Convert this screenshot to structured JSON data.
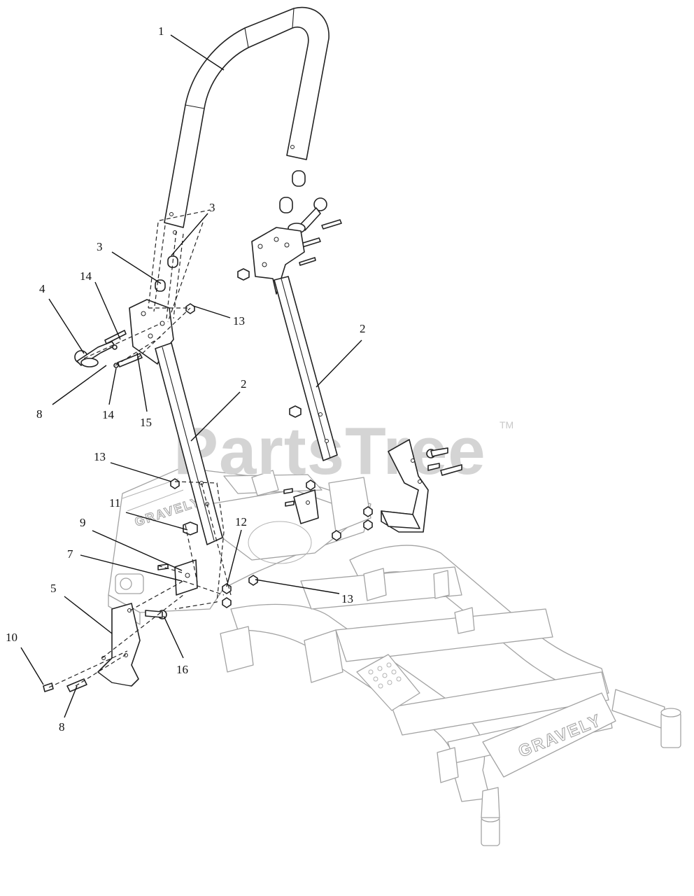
{
  "watermark": {
    "text": "PartsTree",
    "trademark": "TM"
  },
  "frame_branding": {
    "rear_logo": "GRAVELY",
    "front_logo": "GRAVELY"
  },
  "callouts": [
    {
      "id": "c1",
      "label": "1"
    },
    {
      "id": "c2a",
      "label": "2"
    },
    {
      "id": "c2b",
      "label": "2"
    },
    {
      "id": "c3a",
      "label": "3"
    },
    {
      "id": "c3b",
      "label": "3"
    },
    {
      "id": "c4",
      "label": "4"
    },
    {
      "id": "c5",
      "label": "5"
    },
    {
      "id": "c7",
      "label": "7"
    },
    {
      "id": "c8a",
      "label": "8"
    },
    {
      "id": "c8b",
      "label": "8"
    },
    {
      "id": "c9",
      "label": "9"
    },
    {
      "id": "c10",
      "label": "10"
    },
    {
      "id": "c11",
      "label": "11"
    },
    {
      "id": "c12",
      "label": "12"
    },
    {
      "id": "c13a",
      "label": "13"
    },
    {
      "id": "c13b",
      "label": "13"
    },
    {
      "id": "c13c",
      "label": "13"
    },
    {
      "id": "c14a",
      "label": "14"
    },
    {
      "id": "c14b",
      "label": "14"
    },
    {
      "id": "c15",
      "label": "15"
    },
    {
      "id": "c16",
      "label": "16"
    }
  ]
}
